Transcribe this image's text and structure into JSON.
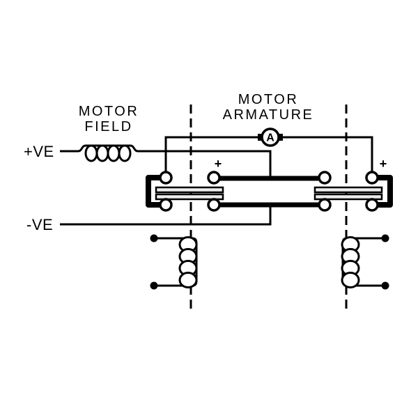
{
  "diagram": {
    "labels": {
      "field_line1": "MOTOR",
      "field_line2": "FIELD",
      "armature_line1": "MOTOR",
      "armature_line2": "ARMATURE"
    },
    "terminals": {
      "positive": "+VE",
      "negative": "-VE"
    },
    "armature": {
      "symbol": "A",
      "polarity_left": "+",
      "polarity_right": "+"
    },
    "colors": {
      "line": "#000000",
      "background": "#ffffff",
      "bridge_fill": "#ececec"
    }
  }
}
